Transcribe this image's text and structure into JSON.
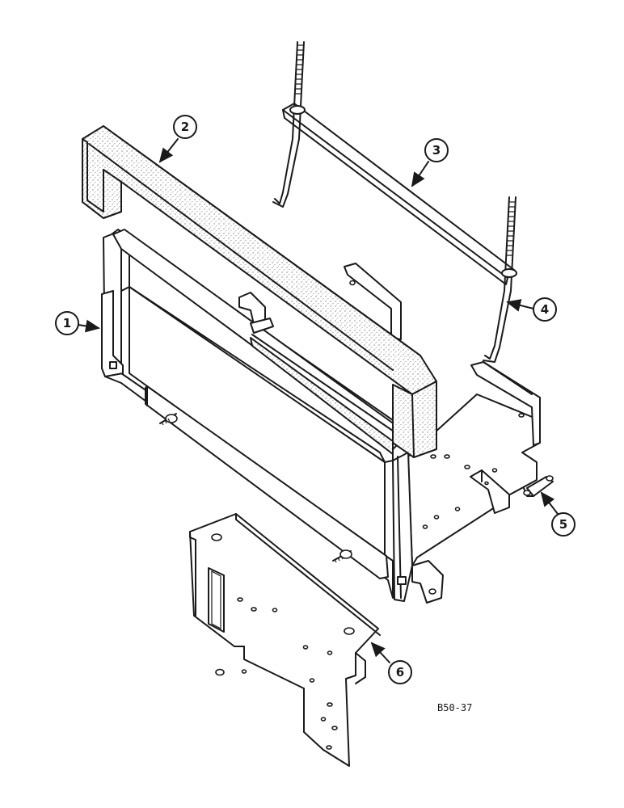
{
  "callouts": {
    "c1": "1",
    "c2": "2",
    "c3": "3",
    "c4": "4",
    "c5": "5",
    "c6": "6"
  },
  "figure_code": "B50-37",
  "colors": {
    "ink": "#1a1a1a",
    "paper": "#ffffff"
  }
}
